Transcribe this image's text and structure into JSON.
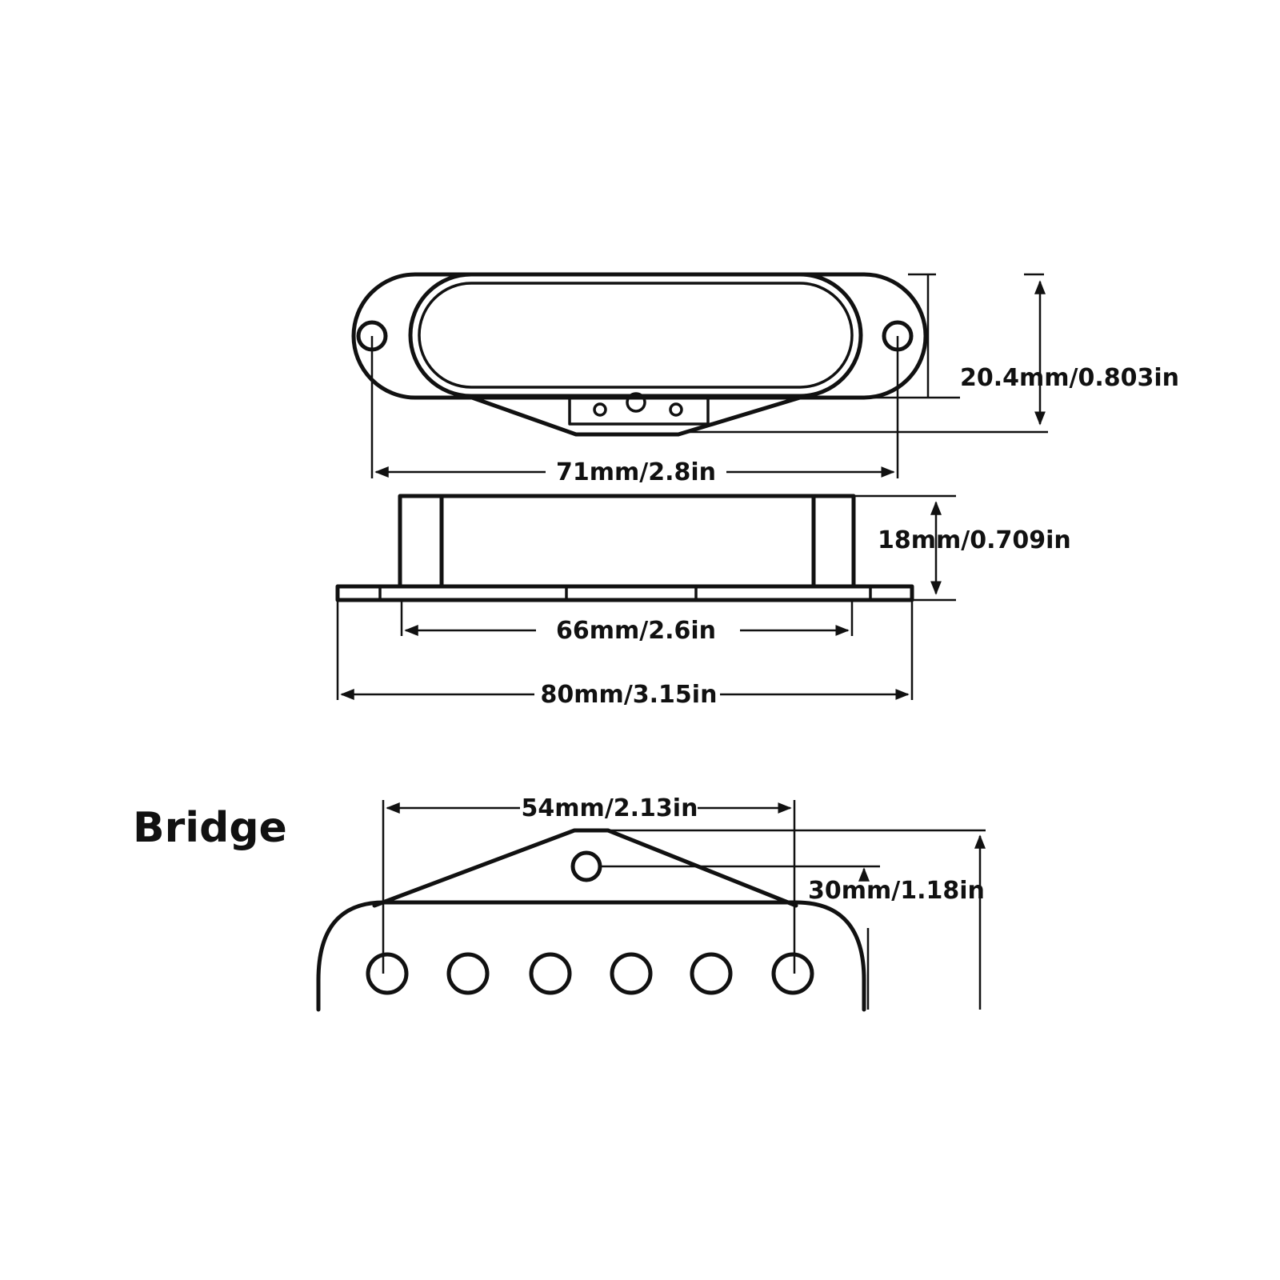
{
  "labels": {
    "pickup_height": "20.4mm/0.803in",
    "pickup_width": "71mm/2.8in",
    "base_height": "18mm/0.709in",
    "base_inner_width": "66mm/2.6in",
    "base_outer_width": "80mm/3.15in",
    "bridge_title": "Bridge",
    "bridge_pole_span": "54mm/2.13in",
    "bridge_height": "30mm/1.18in"
  },
  "colors": {
    "line": "#111111",
    "background": "#ffffff"
  },
  "bridge": {
    "pole_count": 6
  }
}
